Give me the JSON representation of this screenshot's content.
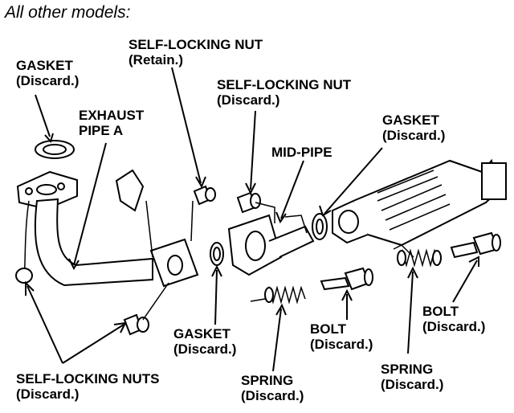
{
  "title": "All other models:",
  "labels": {
    "gasket_top_left": [
      "GASKET",
      "(Discard.)"
    ],
    "exhaust_pipe": [
      "EXHAUST",
      "PIPE A"
    ],
    "nut_retain": [
      "SELF-LOCKING NUT",
      "(Retain.)"
    ],
    "nut_discard": [
      "SELF-LOCKING NUT",
      "(Discard.)"
    ],
    "gasket_right": [
      "GASKET",
      "(Discard.)"
    ],
    "mid_pipe": [
      "MID-PIPE"
    ],
    "gasket_bottom": [
      "GASKET",
      "(Discard.)"
    ],
    "bolt_center": [
      "BOLT",
      "(Discard.)"
    ],
    "bolt_right": [
      "BOLT",
      "(Discard.)"
    ],
    "nuts_bottom": [
      "SELF-LOCKING NUTS",
      "(Discard.)"
    ],
    "spring_left": [
      "SPRING",
      "(Discard.)"
    ],
    "spring_right": [
      "SPRING",
      "(Discard.)"
    ]
  }
}
